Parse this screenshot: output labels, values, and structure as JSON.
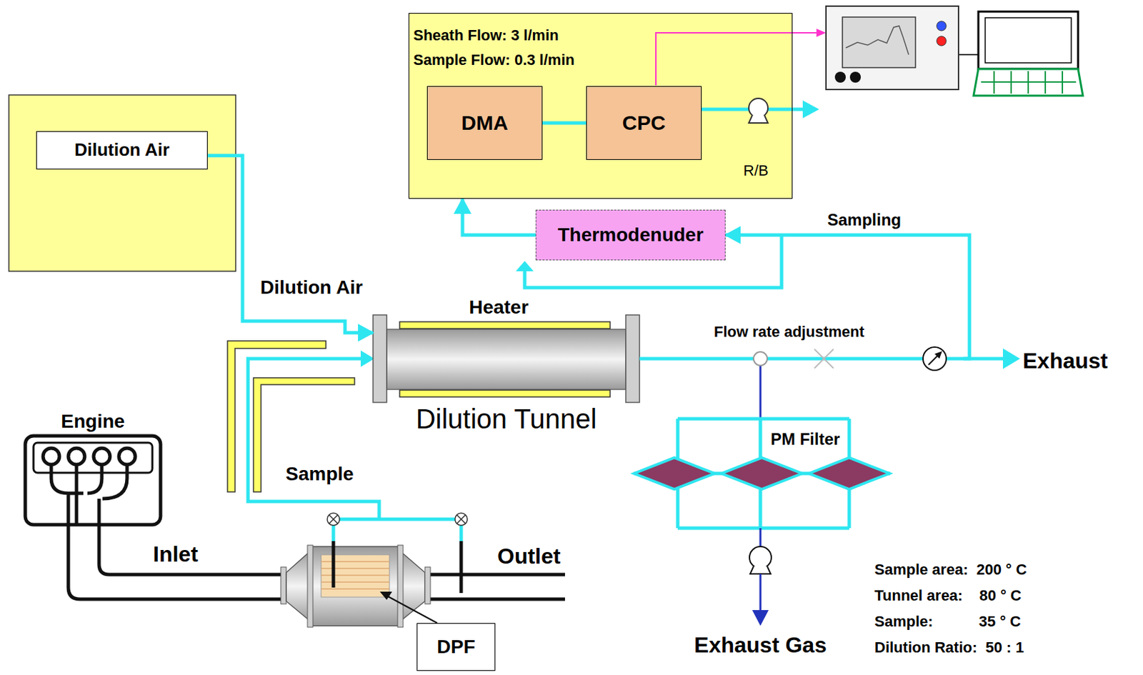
{
  "diagram": {
    "nodes": [
      {
        "text": [
          "Sheath Flow: 3 l/min",
          "Sample Flow: 0.3 l/min"
        ]
      },
      {
        "text": [
          "DMA"
        ],
        "in": 0
      },
      {
        "text": [
          "CPC"
        ],
        "in": 0
      },
      {
        "text": [
          "Dilution Air"
        ]
      },
      {
        "text": [
          "Thermodenuder"
        ]
      },
      {
        "text": [
          "Dilution Tunnel"
        ]
      },
      {
        "text": [
          "Engine"
        ]
      },
      {
        "text": [
          "DPF"
        ]
      }
    ],
    "edges": [
      {
        "from": 3,
        "to": 5,
        "arrow": "to",
        "label": "Dilution Air"
      },
      {
        "from": 1,
        "to": 2,
        "arrow": "none"
      },
      {
        "from": 4,
        "to": 0,
        "arrow": "to"
      },
      {
        "from": 5,
        "to": 4,
        "arrow": "to",
        "label": "Sampling"
      }
    ],
    "labels": [
      "R/B",
      "Heater",
      "Flow rate adjustment",
      "Exhaust",
      "PM Filter",
      "Exhaust Gas",
      "Sample",
      "Inlet",
      "Outlet",
      "Sample area:  200 ° C",
      "Tunnel area:    80 ° C",
      "Sample:           35 ° C",
      "Dilution Ratio:  50 : 1"
    ]
  }
}
